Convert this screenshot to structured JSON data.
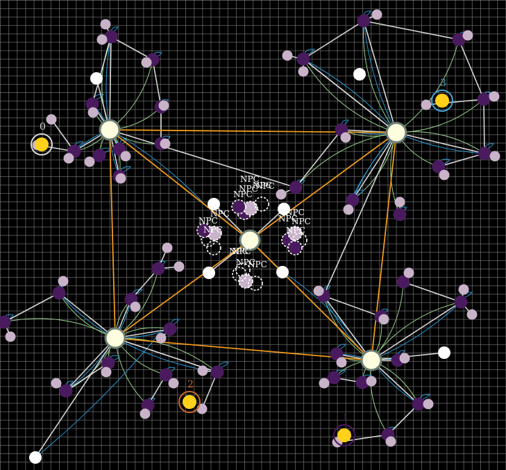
{
  "colors": {
    "background": "#000000",
    "grid": "#8f8f8f",
    "hub": "#fffde0",
    "hub_ring": "#6d7f74",
    "node": "#4a1a5e",
    "small_node": "#c9b3c9",
    "player": "#ffd11a",
    "trunk_edge": "#f09a1c",
    "edge": "#d6d6d6",
    "blue_link": "#2a9ad8",
    "green_link": "#9ad38e"
  },
  "players": [
    {
      "label": "0",
      "color": "#d8d8d8"
    },
    {
      "label": "3",
      "color": "#46a6d4"
    },
    {
      "label": "2",
      "color": "#c96a2c"
    },
    {
      "label": "1",
      "color": "#4a1a5e"
    }
  ],
  "npc_label": "NPC",
  "npc_count": 16
}
